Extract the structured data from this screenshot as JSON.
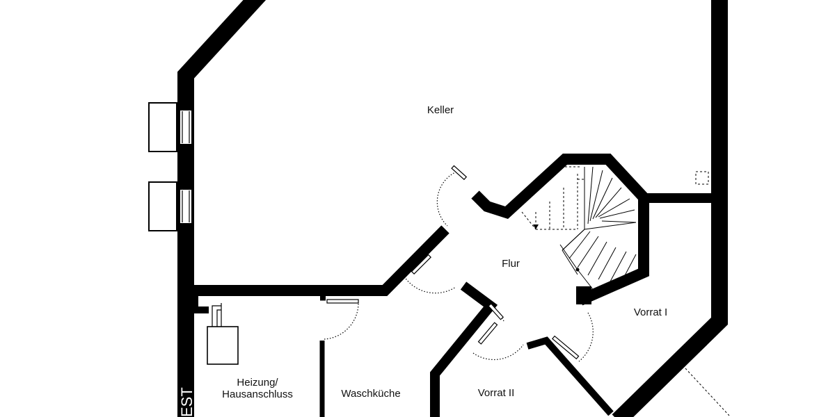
{
  "rooms": {
    "keller": "Keller",
    "flur": "Flur",
    "vorrat1": "Vorrat I",
    "vorrat2": "Vorrat II",
    "waschkueche": "Waschküche",
    "heizung_line1": "Heizung/",
    "heizung_line2": "Hausanschluss"
  },
  "edge_label": "EST",
  "colors": {
    "wall": "#000000",
    "background": "#ffffff"
  }
}
